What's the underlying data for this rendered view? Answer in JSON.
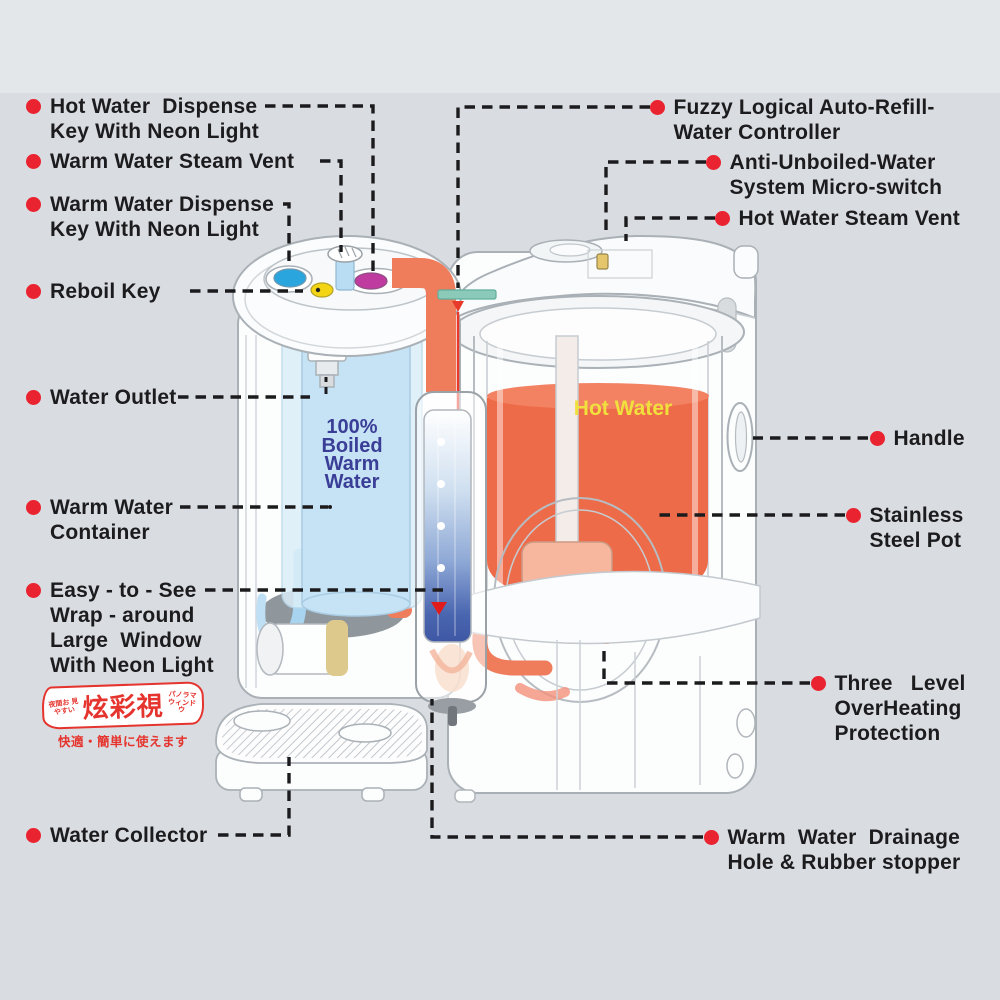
{
  "colors": {
    "background": "#d9dce0",
    "background_top_strip": "#e4e7e9",
    "label_text": "#1c1c1e",
    "accent_red_dot": "#ea2330",
    "water_orange": "#ee6b49",
    "pipe_orange": "#ef7d5c",
    "key_blue": "#2aa5de",
    "key_yellow": "#f3d515",
    "key_magenta": "#c03ba0",
    "container_blue": "#c5e3f5",
    "sensor_teal": "#8bc9b8",
    "warm_text_blue": "#3b3e96",
    "hot_text_yellow": "#f0df3c",
    "logo_red": "#e5332d"
  },
  "labels": {
    "left": [
      {
        "id": "hot-water-dispense-key",
        "lines": [
          "Hot Water  Dispense",
          "Key With Neon Light"
        ]
      },
      {
        "id": "warm-water-steam-vent",
        "lines": [
          "Warm Water Steam Vent"
        ]
      },
      {
        "id": "warm-water-dispense-key",
        "lines": [
          "Warm Water Dispense",
          "Key With Neon Light"
        ]
      },
      {
        "id": "reboil-key",
        "lines": [
          "Reboil Key"
        ]
      },
      {
        "id": "water-outlet",
        "lines": [
          "Water Outlet"
        ]
      },
      {
        "id": "warm-water-container",
        "lines": [
          "Warm Water",
          "Container"
        ]
      },
      {
        "id": "easy-to-see-window",
        "lines": [
          "Easy - to - See",
          "Wrap - around",
          "Large  Window",
          "With Neon Light"
        ]
      },
      {
        "id": "water-collector",
        "lines": [
          "Water Collector"
        ]
      }
    ],
    "right": [
      {
        "id": "fuzzy-logical-controller",
        "lines": [
          "Fuzzy Logical Auto-Refill-",
          "Water Controller"
        ]
      },
      {
        "id": "anti-unboiled-microswitch",
        "lines": [
          "Anti-Unboiled-Water",
          "System Micro-switch"
        ]
      },
      {
        "id": "hot-water-steam-vent",
        "lines": [
          "Hot Water Steam Vent"
        ]
      },
      {
        "id": "handle",
        "lines": [
          "Handle"
        ]
      },
      {
        "id": "stainless-steel-pot",
        "lines": [
          "Stainless",
          "Steel Pot"
        ]
      },
      {
        "id": "three-level-overheating",
        "lines": [
          "Three   Level",
          "OverHeating",
          "Protection"
        ]
      },
      {
        "id": "warm-water-drainage",
        "lines": [
          "Warm  Water  Drainage",
          "Hole & Rubber stopper"
        ]
      }
    ]
  },
  "device": {
    "warm_container_lines": [
      "100%",
      "Boiled",
      "Warm",
      "Water"
    ],
    "hot_water_label": "Hot Water"
  },
  "logo": {
    "main": "炫彩視",
    "left_note": "夜間お 見やすい",
    "right_note": "パノラマ ウィンドウ",
    "tagline": "快適・簡単に使えます"
  }
}
